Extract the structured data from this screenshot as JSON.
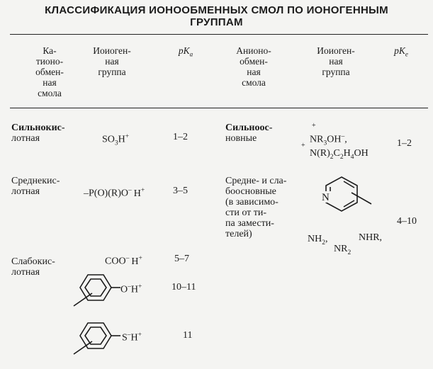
{
  "title": {
    "line1": "КЛАССИФИКАЦИЯ ИОНООБМЕННЫХ СМОЛ ПО ИОНОГЕННЫМ",
    "line2": "ГРУППАМ"
  },
  "header": {
    "cation_resin": [
      "Ка-",
      "тионо-",
      "обмен-",
      "ная",
      "смола"
    ],
    "ionogenic_group_1": [
      "Иоиоген-",
      "ная",
      "группа"
    ],
    "pk_1": {
      "p": "pK",
      "sub": "a"
    },
    "anion_resin": [
      "Анионо-",
      "обмен-",
      "ная",
      "смола"
    ],
    "ionogenic_group_2": [
      "Иоиоген-",
      "ная",
      "группа"
    ],
    "pk_2": {
      "p": "pK",
      "sub": "e"
    }
  },
  "rows": {
    "strong_acid": {
      "name": [
        "Сильнокис-",
        "лотная"
      ],
      "group": {
        "a": "SO",
        "b": "3",
        "c": "H",
        "d": "+"
      },
      "pk": "1–2"
    },
    "medium_acid": {
      "name": [
        "Среднекис-",
        "лотная"
      ],
      "group": {
        "a": "–P(O)(R)O",
        "b": "–",
        "c": "H",
        "d": "+"
      },
      "pk": "3–5"
    },
    "weak_acid": {
      "name": [
        "Слабокис-",
        "лотная"
      ],
      "group": {
        "a": "COO",
        "b": "–",
        "c": "H",
        "d": "+"
      },
      "pk": "5–7",
      "phenol": {
        "label": "O",
        "sup1": "–",
        "h": "H",
        "sup2": "+",
        "pk": "10–11"
      },
      "thiophenol": {
        "label": "S",
        "sup1": "–",
        "h": "H",
        "sup2": "+",
        "pk": "11"
      }
    },
    "strong_base": {
      "name": [
        "Сильноос-",
        "новные"
      ],
      "group": {
        "plus1": "+",
        "l1a": "NR",
        "l1b": "3",
        "l1c": "OH",
        "l1d": "–",
        "l1e": ",",
        "plus2": "+",
        "l2a": "N(R)",
        "l2b": "2",
        "l2c": "C",
        "l2d": "2",
        "l2e": "H",
        "l2f": "4",
        "l2g": "OH"
      },
      "pk": "1–2"
    },
    "weak_base": {
      "name": [
        "Средне- и сла-",
        "боосновные",
        "(в зависимо-",
        "сти от ти-",
        "па замести-",
        "телей)"
      ],
      "pyridine_n": "N",
      "amines": {
        "nh2a": "NH",
        "nh2b": "2",
        "comma1": ",",
        "nhr": "NHR,",
        "nr2a": "NR",
        "nr2b": "2"
      },
      "pk": "4–10"
    }
  }
}
